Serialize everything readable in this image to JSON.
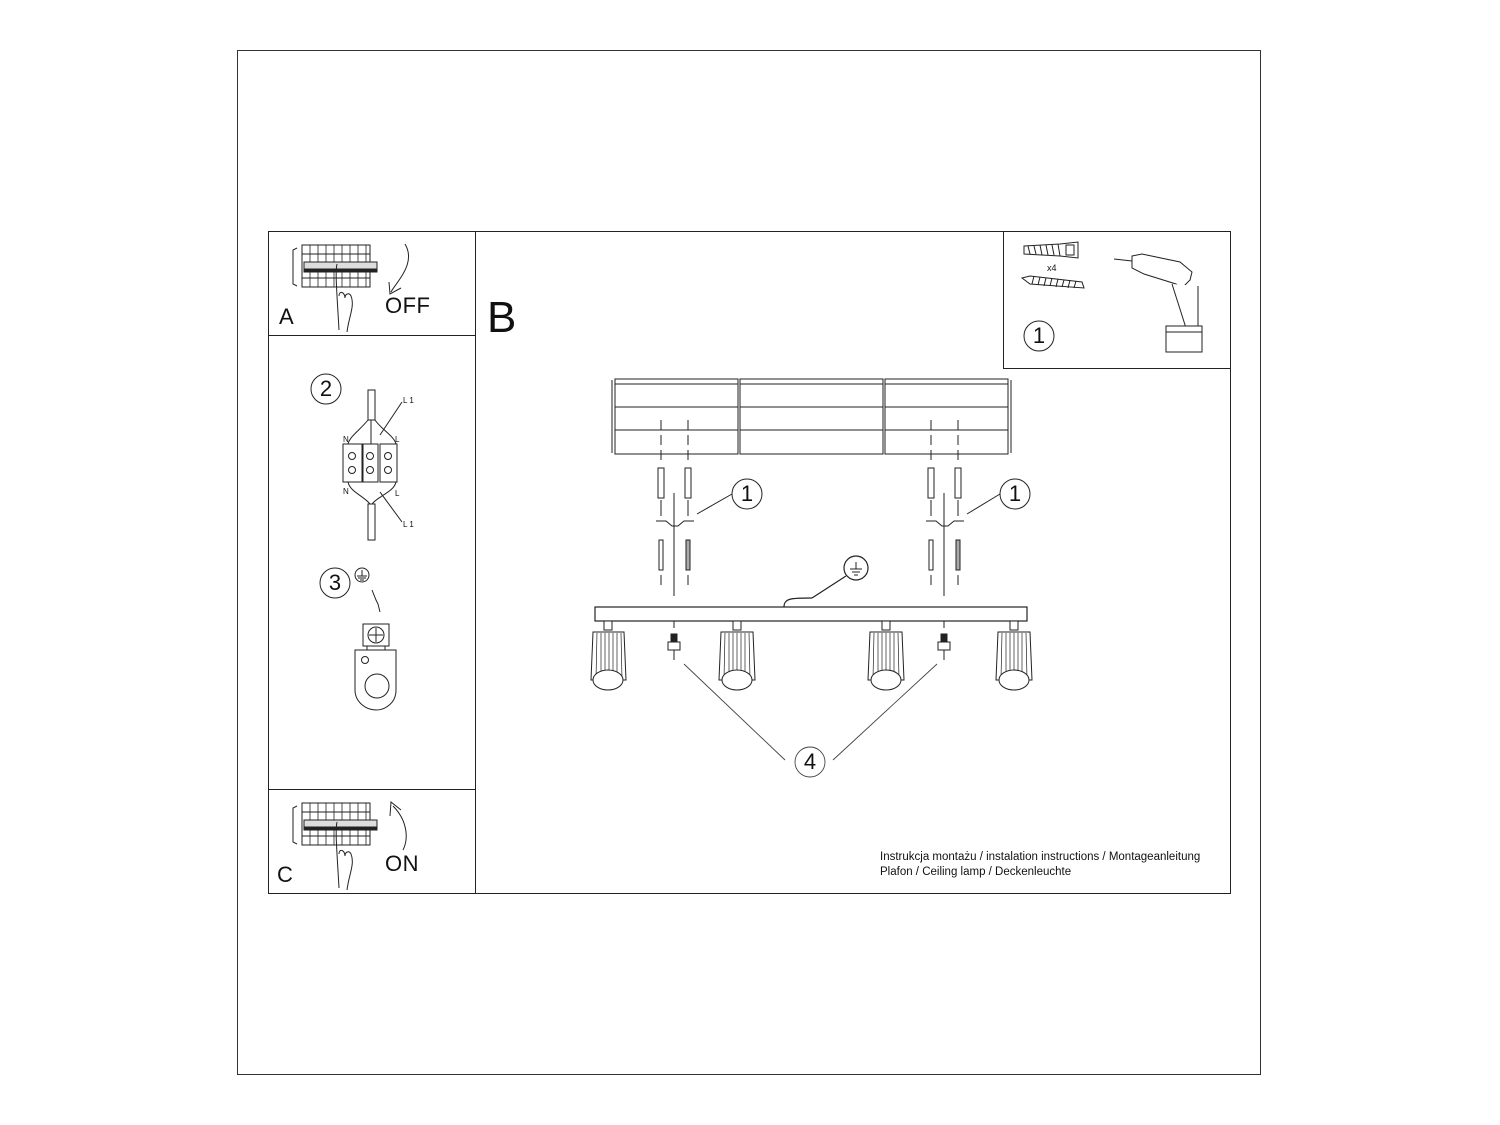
{
  "document": {
    "type": "installation-instructions",
    "main_step_label": "B"
  },
  "step_a": {
    "letter": "A",
    "state": "OFF",
    "icon": "circuit-breaker-switch-off-icon"
  },
  "step_c": {
    "letter": "C",
    "state": "ON",
    "icon": "circuit-breaker-switch-on-icon"
  },
  "tools": {
    "callout": "1",
    "quantity": "x4",
    "items": [
      "wall-plug-icon",
      "screw-icon",
      "cordless-drill-icon"
    ]
  },
  "wiring": {
    "callout": "2",
    "labels": {
      "n_top": "N",
      "l_top": "L",
      "l1_top": "L 1",
      "n_bottom": "N",
      "l_bottom": "L",
      "l1_bottom": "L 1"
    }
  },
  "grounding": {
    "callout": "3",
    "icon": "ground-symbol-icon"
  },
  "assembly": {
    "callouts": {
      "left_mount": "1",
      "right_mount": "1",
      "spotlights": "4"
    },
    "ground_icon": "ground-symbol-icon",
    "spotlight_count": 4,
    "screw_count": 2
  },
  "caption": {
    "line1": "Instrukcja montażu / instalation instructions / Montageanleitung",
    "line2": "Plafon / Ceiling lamp / Deckenleuchte"
  }
}
